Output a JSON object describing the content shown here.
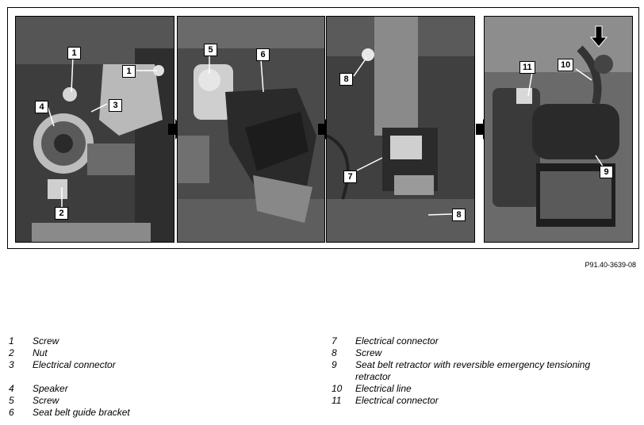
{
  "figure": {
    "code": "P91.40-3639-08",
    "callouts": {
      "p1": [
        "1",
        "1",
        "4",
        "3",
        "2"
      ],
      "p2": [
        "5",
        "6"
      ],
      "p3": [
        "8",
        "7",
        "8"
      ],
      "p4": [
        "11",
        "10",
        "9"
      ]
    }
  },
  "legend": {
    "left": [
      {
        "num": "1",
        "text": "Screw"
      },
      {
        "num": "2",
        "text": "Nut"
      },
      {
        "num": "3",
        "text": "Electrical connector"
      },
      {
        "num": "4",
        "text": "Speaker"
      },
      {
        "num": "5",
        "text": "Screw"
      },
      {
        "num": "6",
        "text": "Seat belt guide bracket"
      }
    ],
    "right": [
      {
        "num": "7",
        "text": "Electrical connector"
      },
      {
        "num": "8",
        "text": "Screw"
      },
      {
        "num": "9",
        "text": "Seat belt retractor with reversible emergency tensioning"
      },
      {
        "num": "",
        "text": "retractor"
      },
      {
        "num": "10",
        "text": "Electrical line"
      },
      {
        "num": "11",
        "text": "Electrical connector"
      }
    ]
  }
}
